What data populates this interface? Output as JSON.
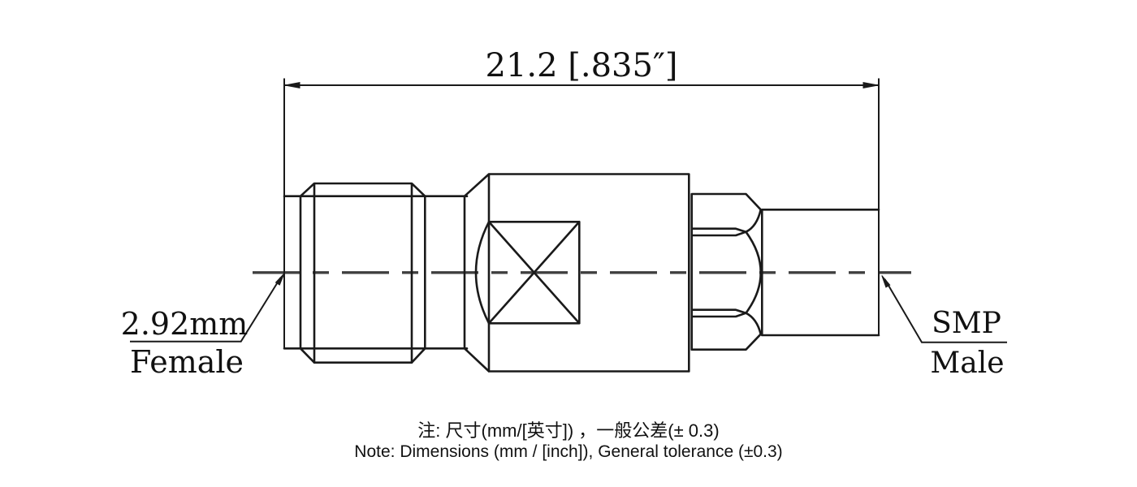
{
  "drawing": {
    "dimension_label": "21.2 [.835″]",
    "left_connector": {
      "label_line1": "2.92mm",
      "label_line2": "Female"
    },
    "right_connector": {
      "label_line1": "SMP",
      "label_line2": "Male"
    }
  },
  "notes": {
    "line1_zh": "注: 尺寸(mm/[英寸]) ，一般公差(± 0.3)",
    "line2_en": "Note: Dimensions (mm / [inch]), General tolerance (±0.3)"
  },
  "colors": {
    "line": "#1a1a1a",
    "centerline": "#3f3f3f",
    "background": "#ffffff",
    "text": "#111111"
  }
}
